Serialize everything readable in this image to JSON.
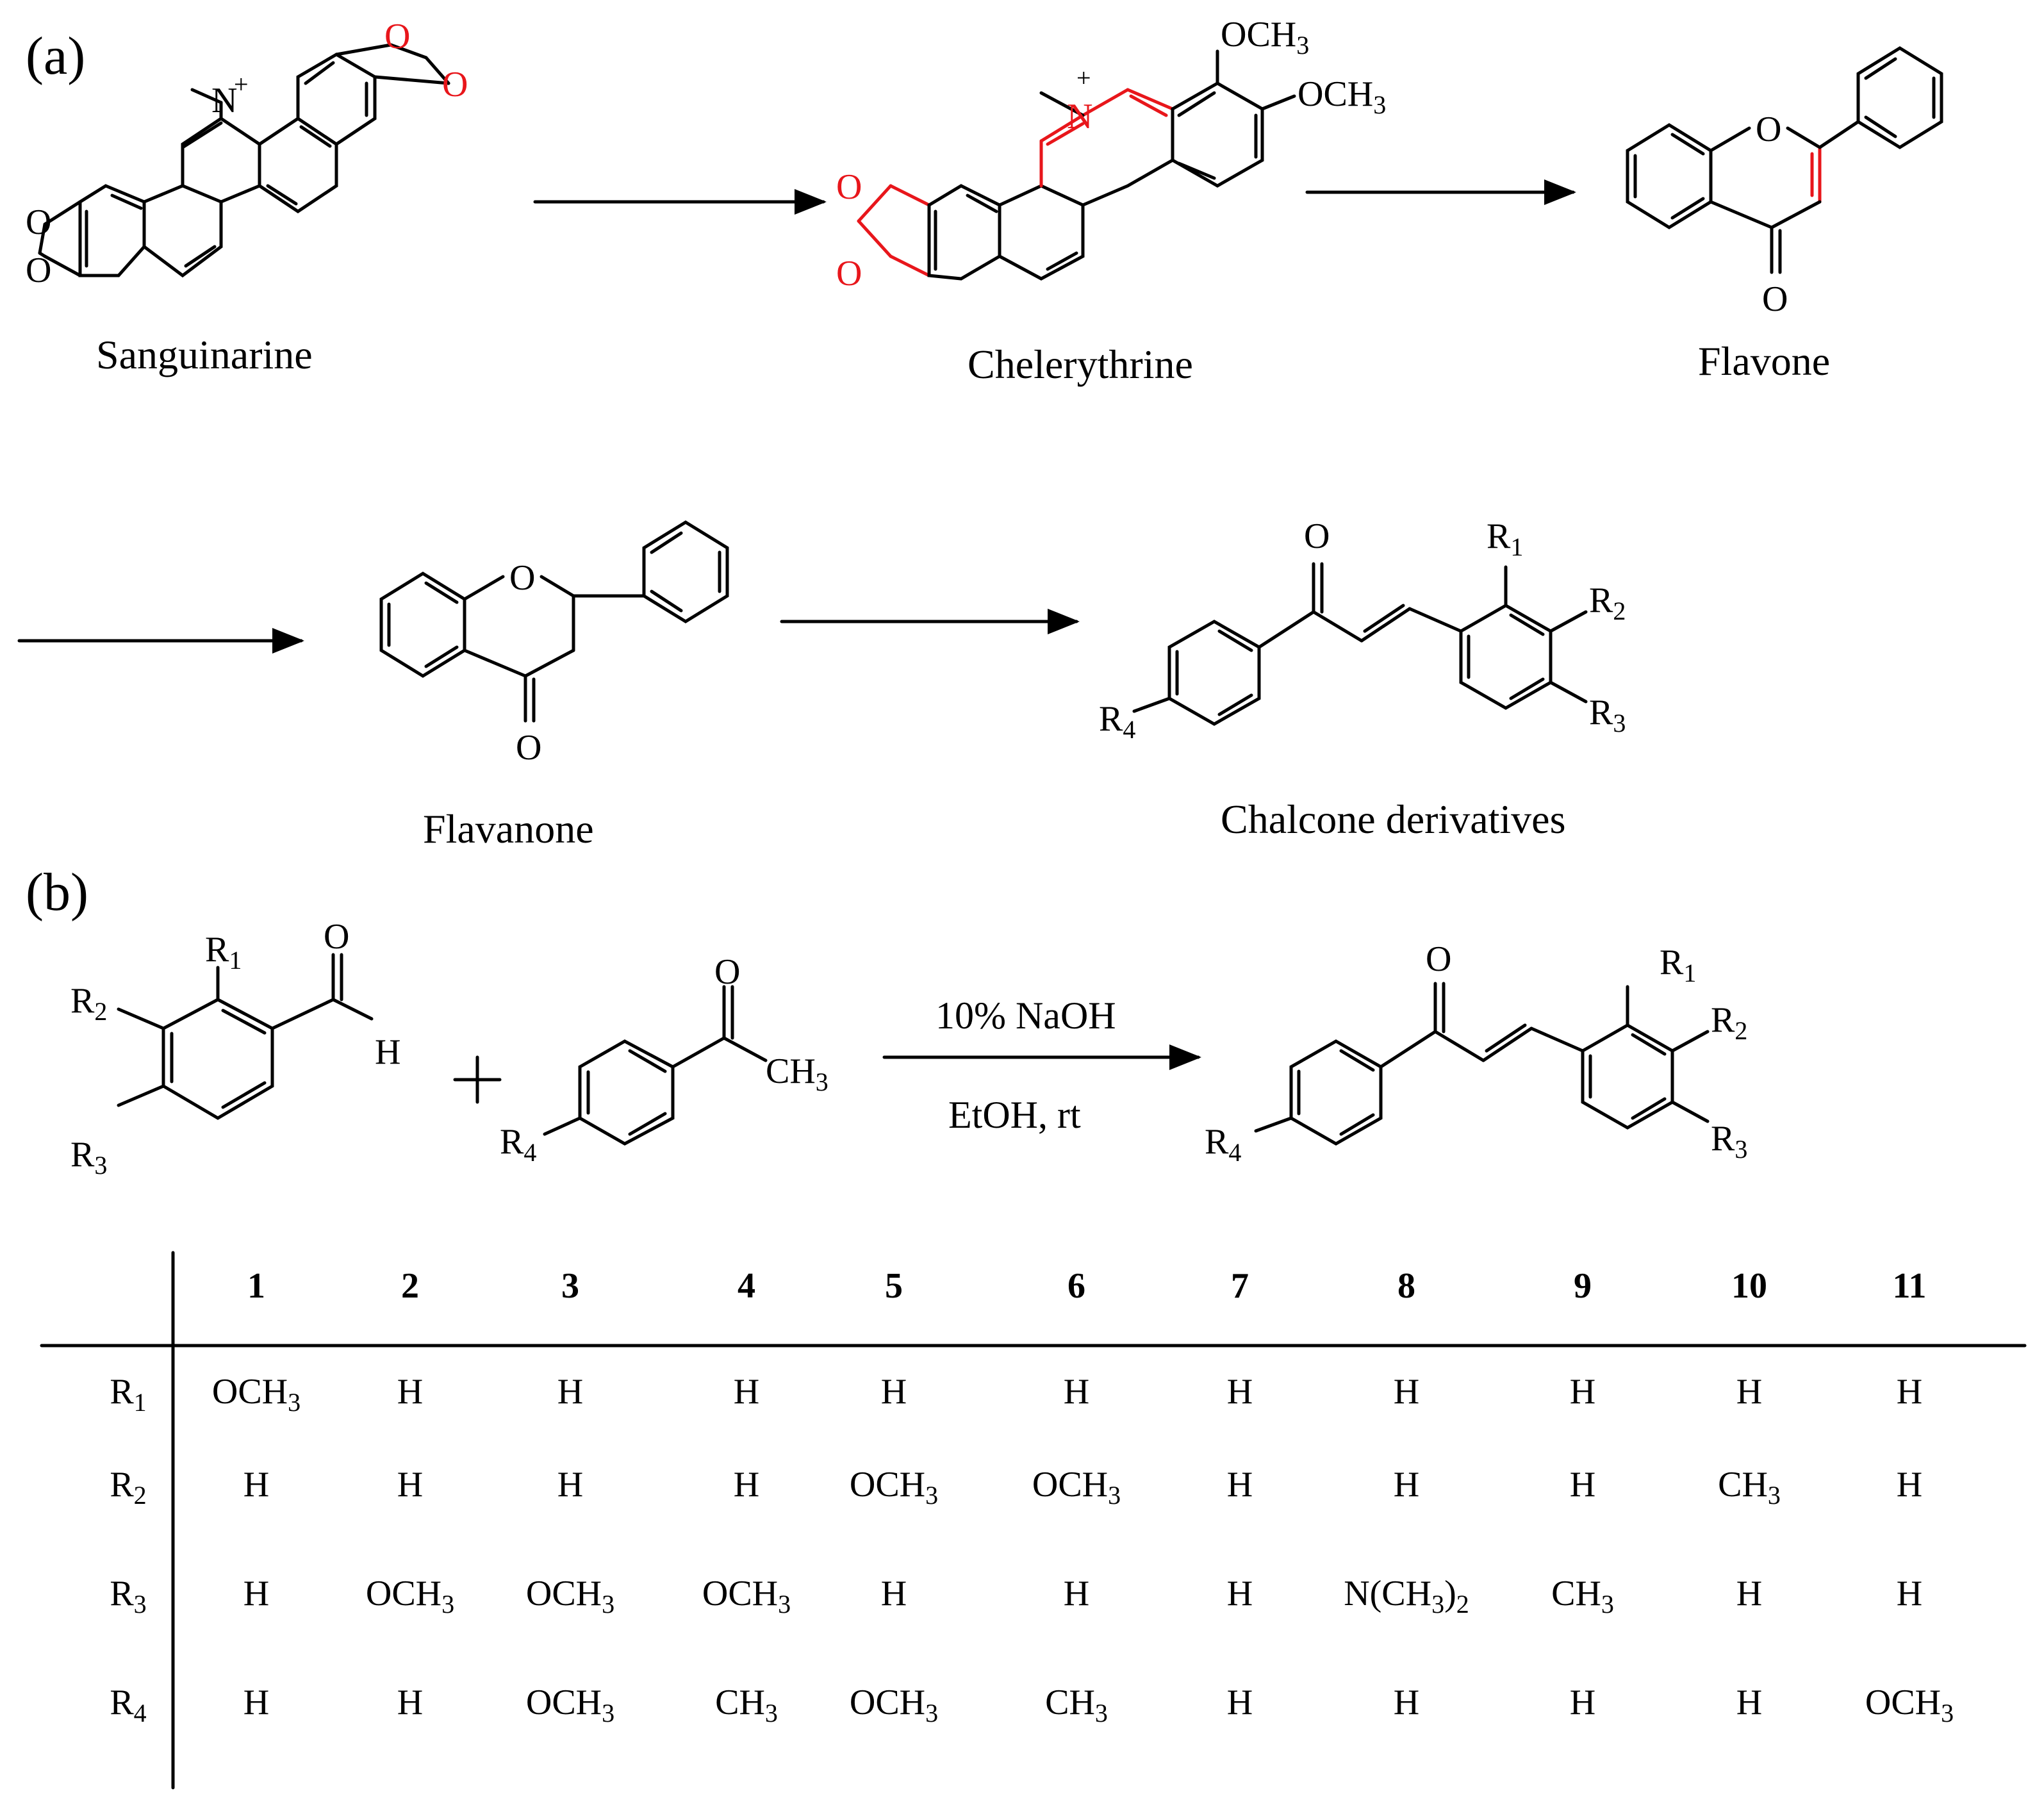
{
  "panels": {
    "a": "(a)",
    "b": "(b)"
  },
  "compounds": {
    "sanguinarine": "Sanguinarine",
    "chelerythrine": "Chelerythrine",
    "flavone": "Flavone",
    "flavanone": "Flavanone",
    "chalcone": "Chalcone derivatives"
  },
  "atoms": {
    "O": "O",
    "N": "N",
    "plus": "+",
    "H": "H",
    "OCH": "OCH",
    "CH": "CH",
    "three": "3",
    "R": "R",
    "one": "1",
    "two": "2",
    "four": "4"
  },
  "reaction": {
    "reagent": "10% NaOH",
    "conditions": "EtOH, rt"
  },
  "table": {
    "columns": [
      "1",
      "2",
      "3",
      "4",
      "5",
      "6",
      "7",
      "8",
      "9",
      "10",
      "11"
    ],
    "rows": [
      {
        "label": "R",
        "sub": "1",
        "cells": [
          [
            "OCH",
            "3"
          ],
          [
            "H",
            ""
          ],
          [
            "H",
            ""
          ],
          [
            "H",
            ""
          ],
          [
            "H",
            ""
          ],
          [
            "H",
            ""
          ],
          [
            "H",
            ""
          ],
          [
            "H",
            ""
          ],
          [
            "H",
            ""
          ],
          [
            "H",
            ""
          ],
          [
            "H",
            ""
          ]
        ]
      },
      {
        "label": "R",
        "sub": "2",
        "cells": [
          [
            "H",
            ""
          ],
          [
            "H",
            ""
          ],
          [
            "H",
            ""
          ],
          [
            "H",
            ""
          ],
          [
            "OCH",
            "3"
          ],
          [
            "OCH",
            "3"
          ],
          [
            "H",
            ""
          ],
          [
            "H",
            ""
          ],
          [
            "H",
            ""
          ],
          [
            "CH",
            "3"
          ],
          [
            "H",
            ""
          ]
        ]
      },
      {
        "label": "R",
        "sub": "3",
        "cells": [
          [
            "H",
            ""
          ],
          [
            "OCH",
            "3"
          ],
          [
            "OCH",
            "3"
          ],
          [
            "OCH",
            "3"
          ],
          [
            "H",
            ""
          ],
          [
            "H",
            ""
          ],
          [
            "H",
            ""
          ],
          [
            "N(CH",
            "3",
            ")",
            "2"
          ],
          [
            "CH",
            "3"
          ],
          [
            "H",
            ""
          ],
          [
            "H",
            ""
          ]
        ]
      },
      {
        "label": "R",
        "sub": "4",
        "cells": [
          [
            "H",
            ""
          ],
          [
            "H",
            ""
          ],
          [
            "OCH",
            "3"
          ],
          [
            "CH",
            "3"
          ],
          [
            "OCH",
            "3"
          ],
          [
            "CH",
            "3"
          ],
          [
            "H",
            ""
          ],
          [
            "H",
            ""
          ],
          [
            "H",
            ""
          ],
          [
            "H",
            ""
          ],
          [
            "OCH",
            "3"
          ]
        ]
      }
    ]
  },
  "colors": {
    "highlight": "#e8161b",
    "ink": "#000000"
  }
}
